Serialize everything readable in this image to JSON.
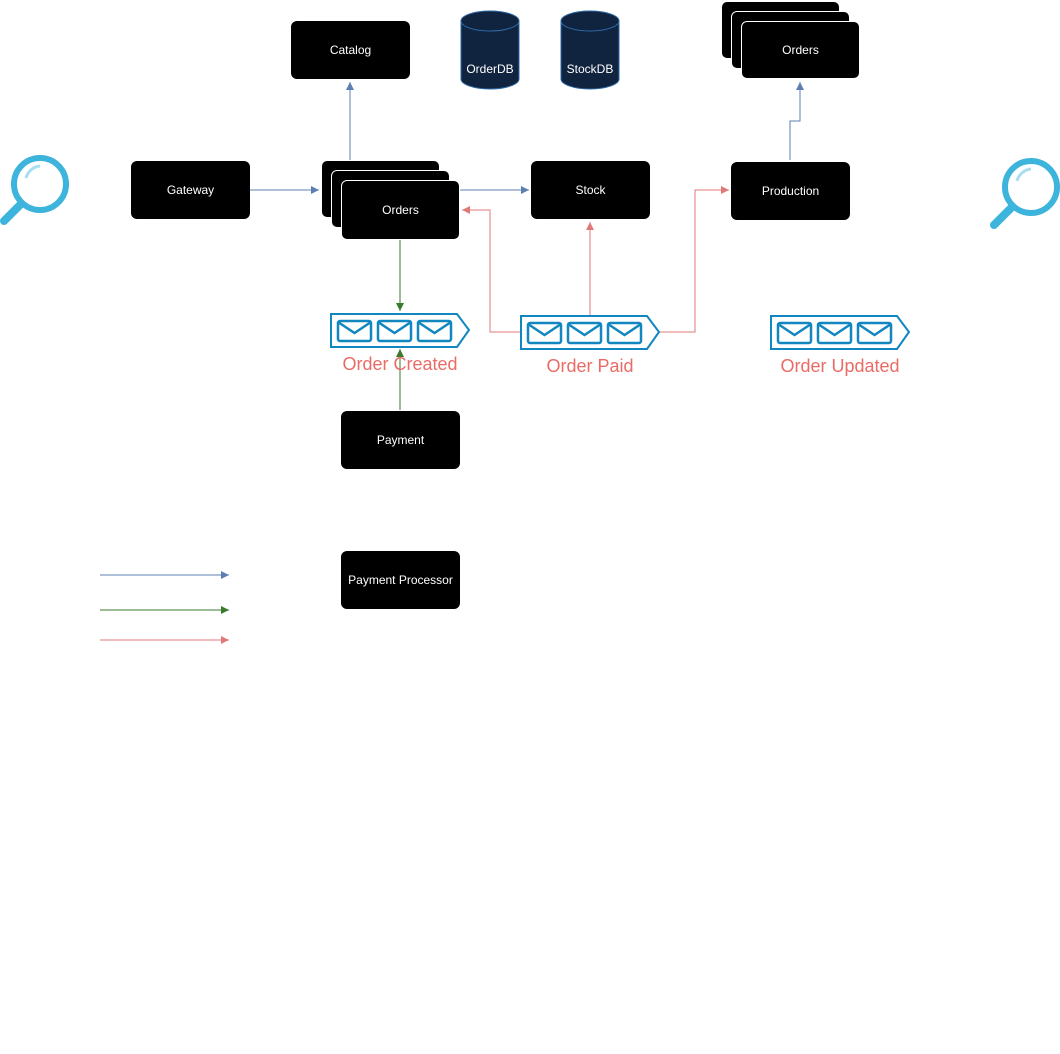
{
  "colors": {
    "box_fill": "#000000",
    "box_text": "#ffffff",
    "db_fill": "#10233f",
    "db_stroke": "#2e6aa8",
    "queue_stroke": "#1186c0",
    "arrow_blue": "#5b7fb3",
    "arrow_green": "#3a7a2b",
    "arrow_red": "#e07a78",
    "label_red": "#ea6b66",
    "magnifier": "#3db4dc"
  },
  "nodes": {
    "catalog": "Catalog",
    "orderdb": "OrderDB",
    "stockdb": "StockDB",
    "orders_top": "Orders",
    "gateway": "Gateway",
    "orders_main": "Orders",
    "stock": "Stock",
    "production": "Production",
    "payment": "Payment",
    "payment_processor": "Payment Processor"
  },
  "queues": {
    "order_created": "Order Created",
    "order_paid": "Order Paid",
    "order_updated": "Order Updated"
  },
  "icons": {
    "magnifier_left": "magnifier-icon",
    "magnifier_right": "magnifier-icon",
    "queue": "envelope-queue-icon",
    "database": "database-cylinder-icon"
  }
}
